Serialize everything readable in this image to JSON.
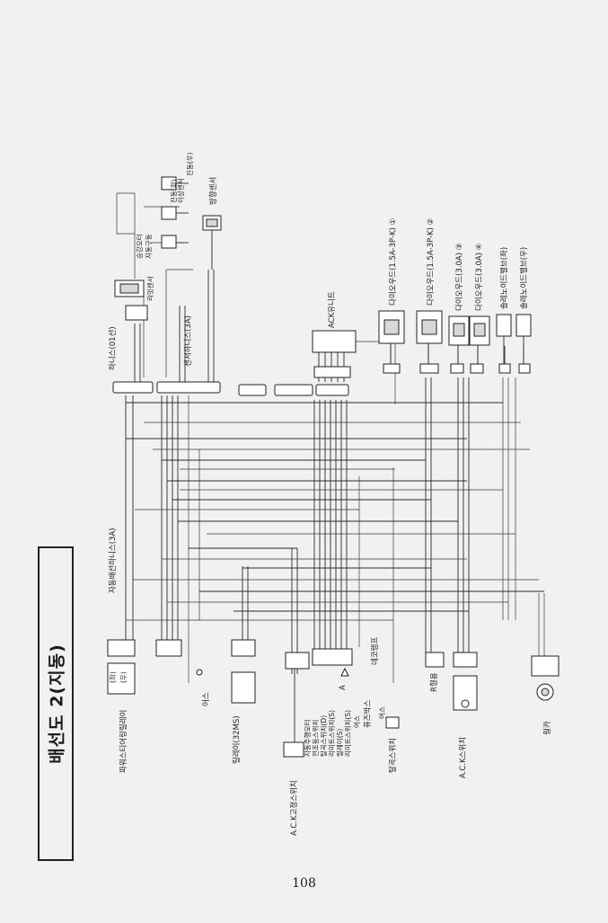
{
  "page": {
    "title": "배선도 2(지동)",
    "page_number": "108"
  },
  "labels": {
    "harness_01": "하니스(01선)",
    "sensor_harness": "센서하니스(3A)",
    "limit_sensor": "리밋센서",
    "motor_drive_upper": "승강모터",
    "motor_drive_lower": "지동구동",
    "pos_sensor_left": "이상센서",
    "travel_left": "진동(좌)",
    "travel_right": "진동(우)",
    "direction_sensor": "방향센서",
    "ack_unit": "ACK유니트",
    "diode_1": "다이오우드(1.5A-3P-K) ①",
    "diode_2": "다이오우드(1.5A-3P-K) ②",
    "diode_3": "다이오우드(3.0A) ③",
    "diode_4": "다이오우드(3.0A) ④",
    "solenoid_left": "솔레노이드밸브(좌)",
    "solenoid_right": "솔레노이드밸브(우)",
    "main_harness": "자동배선하니스(3A)",
    "power_steering_relay": "파워스티어링릴레이",
    "relay_left": "(좌)",
    "relay_right": "(우)",
    "earth_1": "어스",
    "relay_32ms": "릴레이(32MS)",
    "ack_fixed_switch": "A.C.K고정스위치",
    "switch_group": [
      "자동주행모터",
      "전조등스위치",
      "탈곡스위치(D)",
      "리미트스위치(S)",
      "릴레이(S)",
      "리미트스위치(S)",
      "어스"
    ],
    "marker_a": "A",
    "fuse_box": "퓨즈박스",
    "lamp": "데코램프",
    "earth_switch": "탈곡스위치",
    "wire_earth": "어스",
    "r_socket": "R형용",
    "ack_switch": "A.C.K스위치",
    "buzzer": "웡카"
  },
  "colors": {
    "ink": "#222222",
    "paper": "#f1f1ef"
  }
}
